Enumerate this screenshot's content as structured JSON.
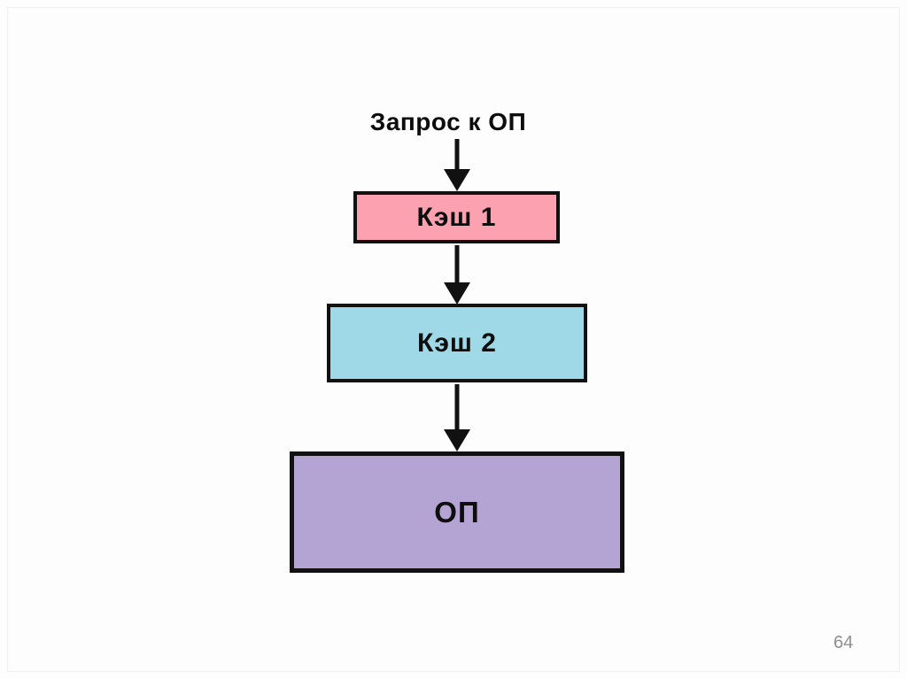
{
  "diagram": {
    "title": "Запрос к ОП",
    "boxes": [
      {
        "id": "cache1",
        "label": "Кэш 1"
      },
      {
        "id": "cache2",
        "label": "Кэш 2"
      },
      {
        "id": "main-memory",
        "label": "ОП"
      }
    ]
  },
  "page": {
    "number": "64"
  },
  "colors": {
    "background": "#fdfdfd",
    "frame-border": "#f0f0f0",
    "stroke": "#111111",
    "cache1-fill": "#fba1af",
    "cache2-fill": "#9fd8e6",
    "main-memory-fill": "#b3a4d4",
    "page-number": "#8e8e8e"
  }
}
